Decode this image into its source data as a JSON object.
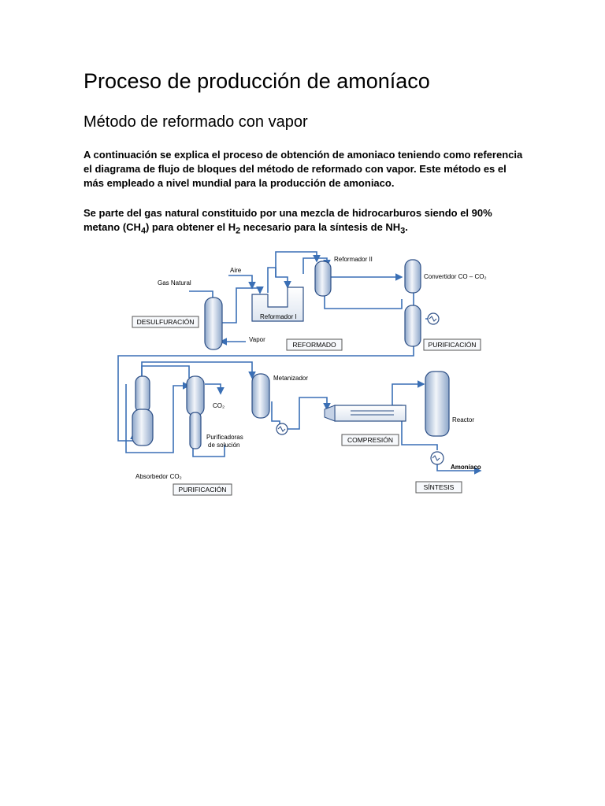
{
  "document": {
    "title": "Proceso de producción de amoníaco",
    "subtitle": "Método de reformado con vapor",
    "paragraph1": "A continuación se explica el proceso de obtención de amoniaco teniendo como referencia el diagrama de flujo de bloques del método de reformado con vapor. Este método es el más empleado a nivel mundial para la producción de amoniaco.",
    "paragraph2": {
      "t1": "Se parte del gas natural constituido por una mezcla de hidrocarburos siendo el 90% metano (CH",
      "s1": "4",
      "t2": ") para obtener el H",
      "s2": "2",
      "t3": " necesario para la síntesis de NH",
      "s3": "3",
      "t4": "."
    }
  },
  "diagram": {
    "labels": {
      "gas_natural": "Gas Natural",
      "aire": "Aire",
      "vapor": "Vapor",
      "reformador1": "Reformador I",
      "reformador2": "Reformador II",
      "convertidor": "Convertidor CO – CO₂",
      "metanizador": "Metanizador",
      "co2": "CO₂",
      "purificadoras1": "Purificadoras",
      "purificadoras2": "de solución",
      "absorbedor": "Absorbedor CO₂",
      "reactor": "Reactor",
      "amoniaco": "Amoníaco"
    },
    "stages": {
      "desulfuracion": "DESULFURACIÓN",
      "reformado": "REFORMADO",
      "purificacion_top": "PURIFICACIÓN",
      "purificacion_bottom": "PURIFICACIÓN",
      "compresion": "COMPRESIÓN",
      "sintesis": "SÍNTESIS"
    }
  }
}
